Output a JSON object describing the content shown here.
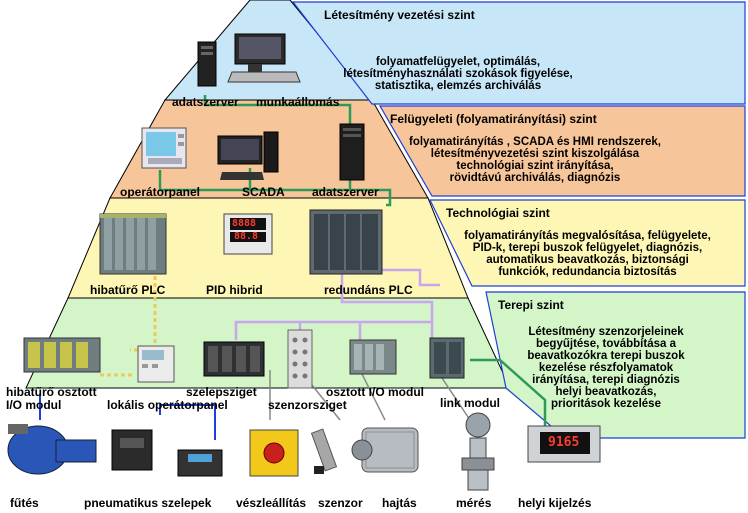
{
  "levels": [
    {
      "title": "Létesítmény vezetési szint",
      "lines": [
        "folyamatfelügyelet, optimálás,",
        "létesítményhasználati szokások figyelése,",
        "statisztika, elemzés archiválás"
      ],
      "color": "#c7e6f7"
    },
    {
      "title": "Felügyeleti (folyamatirányítási) szint",
      "lines": [
        "folyamatirányítás , SCADA és HMI rendszerek,",
        "létesítményvezetési szint kiszolgálása",
        "technológiai szint irányítása,",
        "rövidtávú archiválás, diagnózis"
      ],
      "color": "#f7c59a"
    },
    {
      "title": "Technológiai szint",
      "lines": [
        "folyamatirányítás megvalósítása, felügyelete,",
        "PID-k, terepi buszok felügyelet, diagnózis,",
        "automatikus beavatkozás, biztonsági",
        "funkciók, redundancia biztosítás"
      ],
      "color": "#fdf6b4"
    },
    {
      "title": "Terepi szint",
      "lines": [
        "Létesítmény szenzorjeleinek",
        "begyűjtése, továbbítása a",
        "beavatkozókra terepi buszok",
        "kezelése részfolyamatok",
        "irányítása, terepi diagnózis",
        "helyi beavatkozás,",
        "prioritások kezelése"
      ],
      "color": "#d3f5c8"
    }
  ],
  "devices": {
    "adatszerver_top": "adatszerver",
    "munkaallomas": "munkaállomás",
    "operatorpanel": "operátorpanel",
    "scada": "SCADA",
    "adatszerver_mid": "adatszerver",
    "hibaturo_plc": "hibatűrő PLC",
    "pid_hibrid": "PID hibrid",
    "redundans_plc": "redundáns PLC",
    "hibaturo_osztott_1": "hibatűrő osztott",
    "hibaturo_osztott_2": "I/O modul",
    "lokalis_operatorpanel": "lokális operátorpanel",
    "szelepsziget": "szelepsziget",
    "szenzorsziget": "szenzorsziget",
    "osztott_io": "osztott I/O modul",
    "link_modul": "link modul",
    "futes": "fűtés",
    "pneumatikus": "pneumatikus szelepek",
    "veszleallitas": "vészleállítás",
    "szenzor": "szenzor",
    "hajtas": "hajtás",
    "meres": "mérés",
    "helyi_kijelzes": "helyi kijelzés",
    "pid_display_1": "8888",
    "pid_display_2": "88.8",
    "kijelzo_value": "9165"
  },
  "colors": {
    "network_green": "#2e9a5a",
    "network_violet": "#c9a6f0",
    "network_blue": "#1f3fd6",
    "network_dotted": "#f0c95a",
    "box_border": "#1f3fd6"
  }
}
